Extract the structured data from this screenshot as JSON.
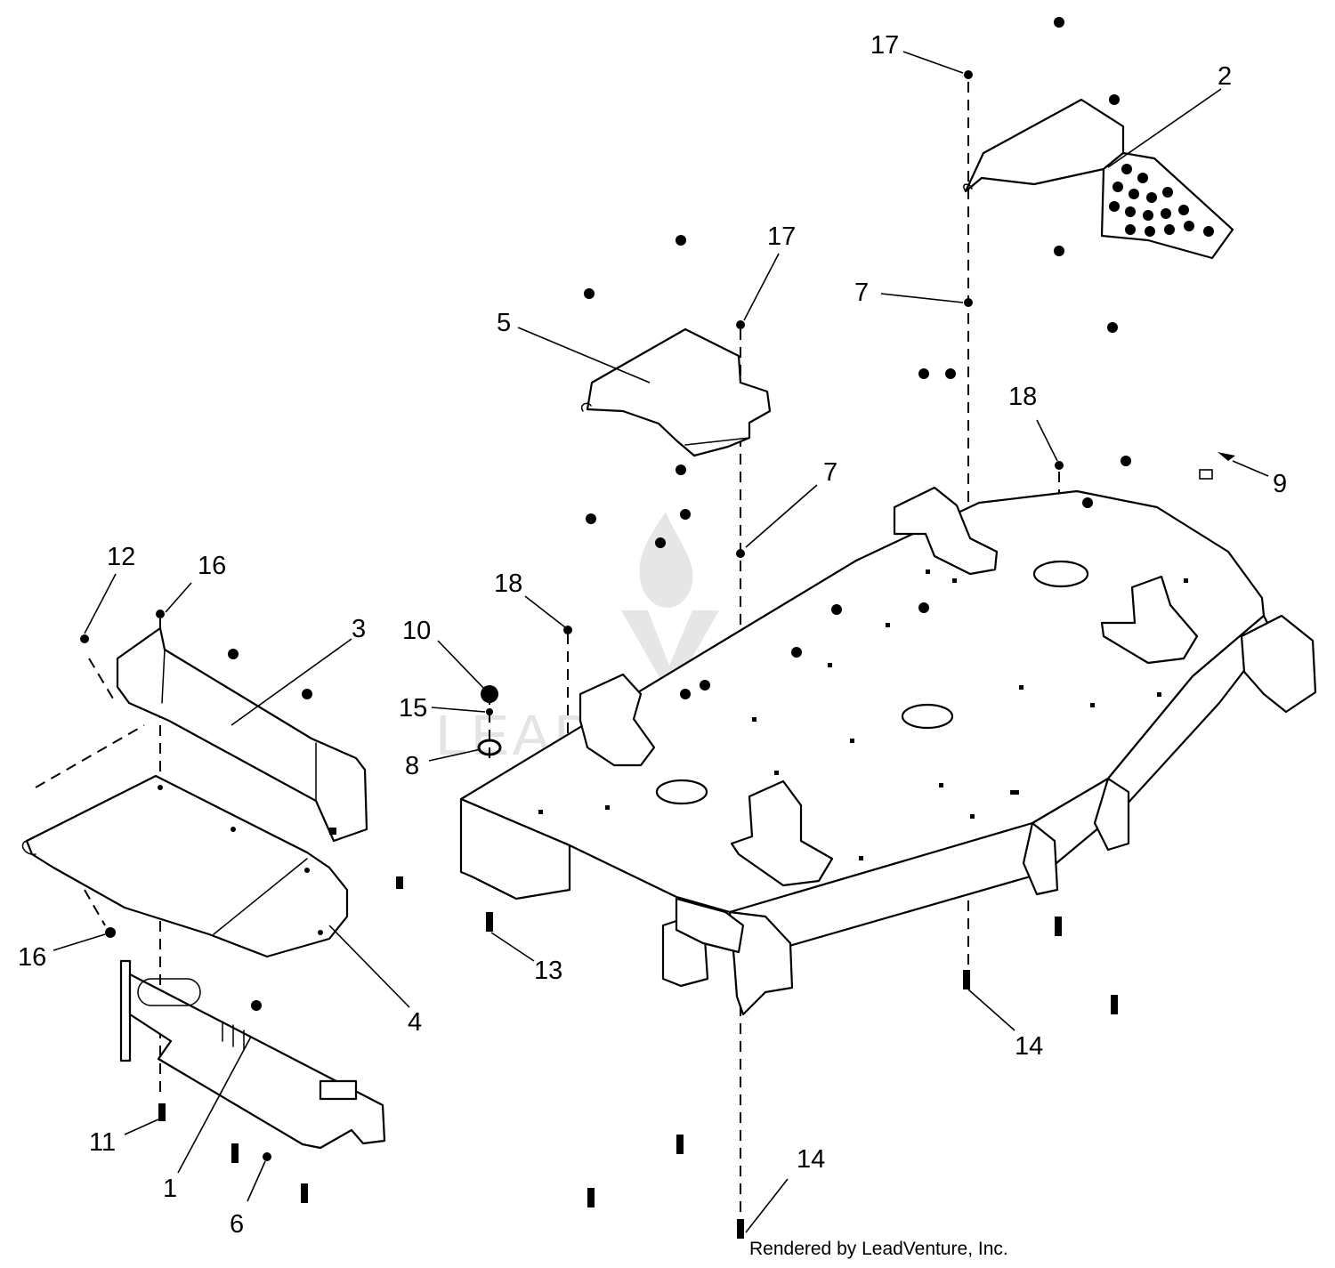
{
  "watermark": {
    "text": "LEADVENTURE",
    "color": "#e4e4e4"
  },
  "credit": {
    "text": "Rendered by LeadVenture, Inc."
  },
  "callouts": [
    {
      "id": "c17a",
      "label": "17"
    },
    {
      "id": "c2",
      "label": "2"
    },
    {
      "id": "c17b",
      "label": "17"
    },
    {
      "id": "c7a",
      "label": "7"
    },
    {
      "id": "c5",
      "label": "5"
    },
    {
      "id": "c18a",
      "label": "18"
    },
    {
      "id": "c9",
      "label": "9"
    },
    {
      "id": "c7b",
      "label": "7"
    },
    {
      "id": "c12",
      "label": "12"
    },
    {
      "id": "c16a",
      "label": "16"
    },
    {
      "id": "c3",
      "label": "3"
    },
    {
      "id": "c18b",
      "label": "18"
    },
    {
      "id": "c10",
      "label": "10"
    },
    {
      "id": "c15",
      "label": "15"
    },
    {
      "id": "c8",
      "label": "8"
    },
    {
      "id": "c16b",
      "label": "16"
    },
    {
      "id": "c4",
      "label": "4"
    },
    {
      "id": "c13",
      "label": "13"
    },
    {
      "id": "c14a",
      "label": "14"
    },
    {
      "id": "c11",
      "label": "11"
    },
    {
      "id": "c1",
      "label": "1"
    },
    {
      "id": "c6",
      "label": "6"
    },
    {
      "id": "c14b",
      "label": "14"
    }
  ]
}
